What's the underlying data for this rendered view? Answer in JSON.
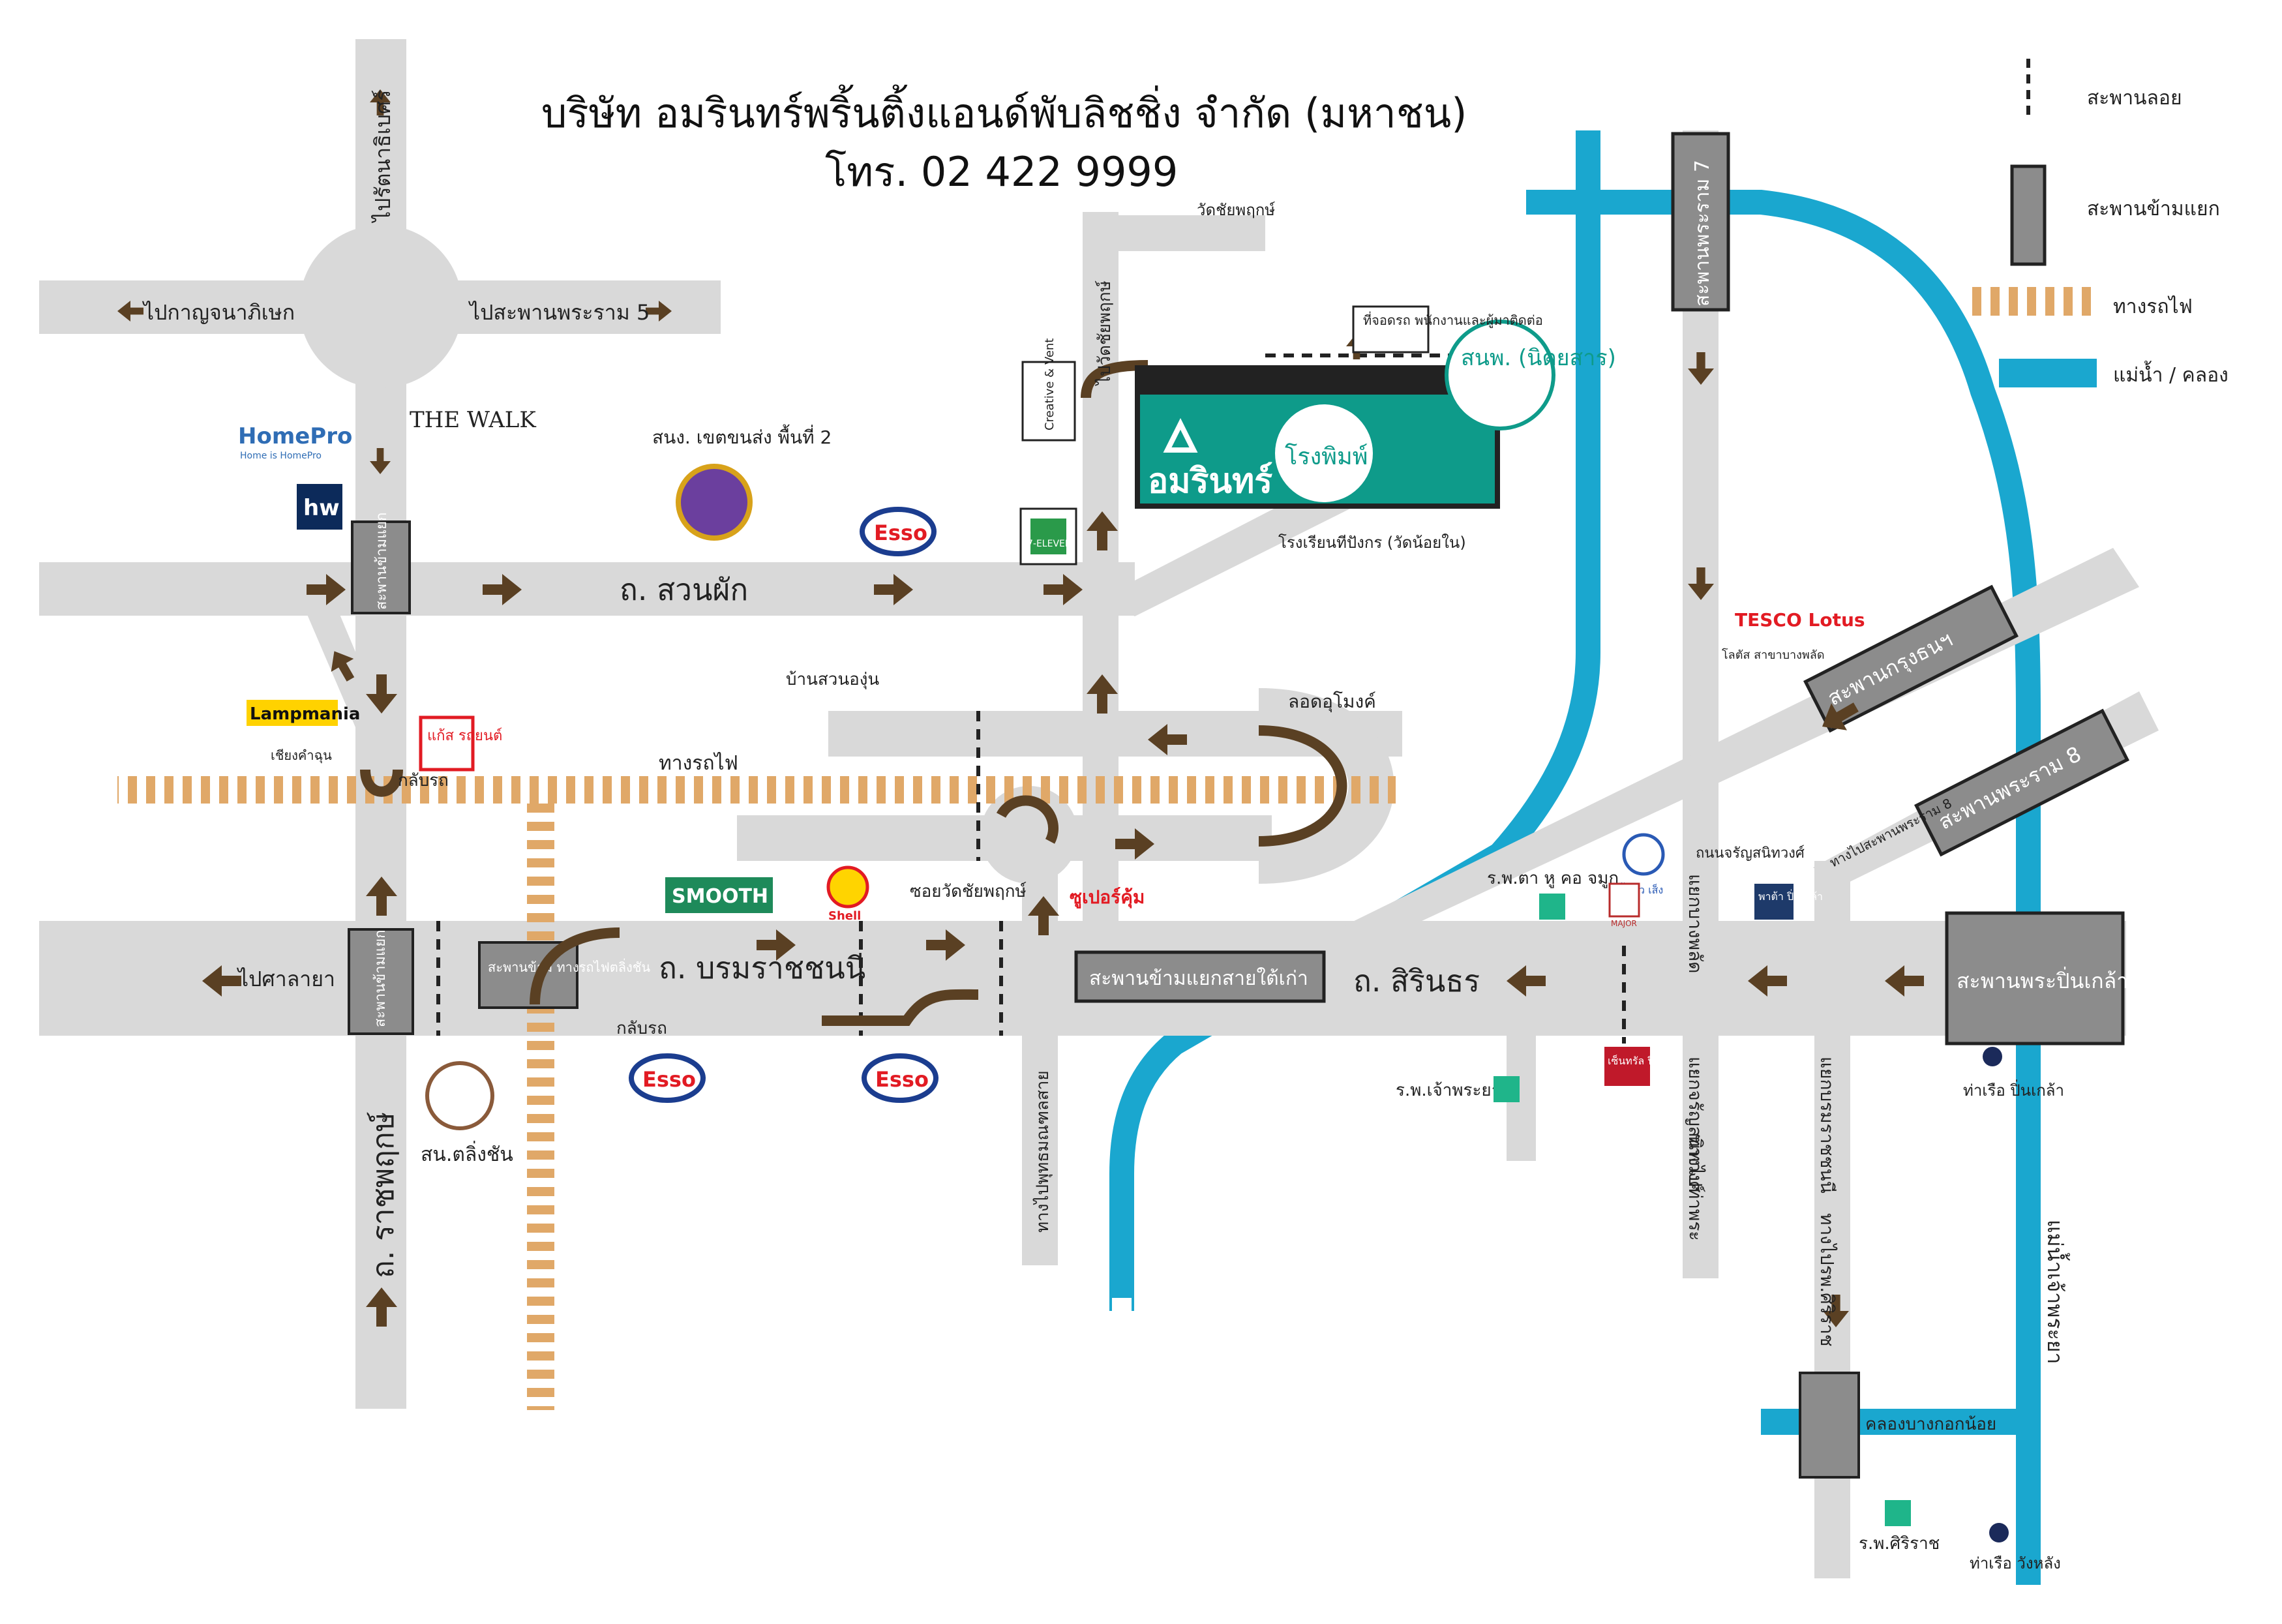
{
  "title": {
    "company": "บริษัท อมรินทร์พริ้นติ้งแอนด์พับลิชชิ่ง จำกัด (มหาชน)",
    "phone": "โทร. 02 422 9999"
  },
  "legend": {
    "floating_bridge": "สะพานลอย",
    "flyover": "สะพานข้ามแยก",
    "railway": "ทางรถไฟ",
    "river_canal": "แม่น้ำ / คลอง"
  },
  "roads": {
    "ratchaphruek": "ถ. ราชพฤกษ์",
    "suan_phak": "ถ. สวนผัก",
    "borommaratchachonnani": "ถ. บรมราชชนนี",
    "sirindhorn": "ถ. สิรินธร",
    "to_kanchanaphisek": "ไปกาญจนาภิเษก",
    "to_rama5_bridge": "ไปสะพานพระราม 5",
    "to_ratchawat": "ไปรัตนาธิเบศร์",
    "to_salaya": "ไปศาลายา",
    "to_wat_chaiyaphruek": "ไปวัดชัยพฤกษ์",
    "to_phutthamonthon": "ทางไปพุทธมณฑลสาย",
    "bang_phlat_junction": "แยกบางพลัด",
    "charan_sanitwong_junction": "แยกจรัญสนิทวงศ์",
    "bang_yi_khan_junction": "แยกบรมราชชนนี",
    "charan_sanitwong_road": "ถนนจรัญสนิทวงศ์",
    "to_tha_phra": "ทางไปท่าพระ",
    "to_siriraj": "ทางไปรพ.ศิริราช",
    "to_rama8": "ทางไปสะพานพระราม 8",
    "railway_label": "ทางรถไฟ",
    "u_turn_1": "กลับรถ",
    "u_turn_2": "กลับรถ",
    "lot_ku": "ลอดอุโมงค์"
  },
  "bridges": {
    "rama7": "สะพานพระราม 7",
    "krungthon": "สะพานกรุงธนฯ",
    "rama8": "สะพานพระราม 8",
    "pinklao": "สะพานพระปิ่นเกล้า",
    "sai_tai_kao": "สะพานข้ามแยกสายใต้เก่า",
    "taling_chan_rail": "สะพานข้าม ทางรถไฟตลิ่งชัน",
    "borom_flyover": "สะพานข้ามแยก",
    "arun_flyover": "สะพานข้ามแยก"
  },
  "river": {
    "chao_phraya": "แม่น้ำเจ้าพระยา",
    "bangkok_noi_canal": "คลองบางกอกน้อย"
  },
  "places": {
    "amarin_logo": "อมรินทร์",
    "printing_house": "โรงพิมพ์",
    "amarin_magazine": "สนพ. (นิตยสาร)",
    "parking": "ที่จอดรถ พนักงานและผู้มาติดต่อ",
    "wat_chaiyaphruek_label": "วัดชัยพฤกษ์",
    "school": "โรงเรียนทีปังกร (วัดน้อยใน)",
    "district_office": "สนง. เขตขนส่ง พื้นที่ 2",
    "the_walk": "THE WALK",
    "homepro": "HomePro",
    "homepro_tagline": "Home is HomePro",
    "homeworks": "hw",
    "esso": "Esso",
    "shell": "Shell",
    "seven_eleven": "7-ELEVEN",
    "creative_vent": "Creative & Vent",
    "ban_suan_a_ngun": "บ้านสวนองุ่น",
    "lampmania": "Lampmania",
    "chiang_kham": "เชียงคำฉุน",
    "kaew_rodyon": "แก้ส รถยนต์",
    "smooth_e": "SMOOTH E",
    "soi_wat": "ซอยวัดชัยพฤกษ์",
    "super_khum": "ซูเปอร์คุ้ม",
    "ear_hospital": "ร.พ.ตา หู คอ จมูก",
    "tang_hua_seng": "ตั้ง ฮั่ว เส็ง",
    "major": "MAJOR",
    "central_pinklao": "เซ็นทรัล ปิ่นเกล้า",
    "pata_pinklao": "พาต้า ปิ่นเกล้า",
    "tesco_lotus": "TESCO Lotus",
    "tesco_sub": "โลตัส สาขาบางพลัด",
    "chao_phraya_hospital": "ร.พ.เจ้าพระยา",
    "siriraj_hospital": "ร.พ.ศิริราช",
    "taling_chan_office": "สน.ตลิ่งชัน",
    "pier_pinklao": "ท่าเรือ ปิ่นเกล้า",
    "pier_wang_lang": "ท่าเรือ วังหลัง"
  },
  "colors": {
    "road": "#d9d9d9",
    "arrow": "#5a4023",
    "river": "#1aa7cf",
    "rail": "#e0a868",
    "bridge": "#8c8c8c",
    "amarin_green": "#0e9b8a",
    "esso_blue": "#1b3d8f",
    "esso_red": "#e21b23",
    "shell_yellow": "#ffd400",
    "hospital_green": "#1fb58a"
  }
}
